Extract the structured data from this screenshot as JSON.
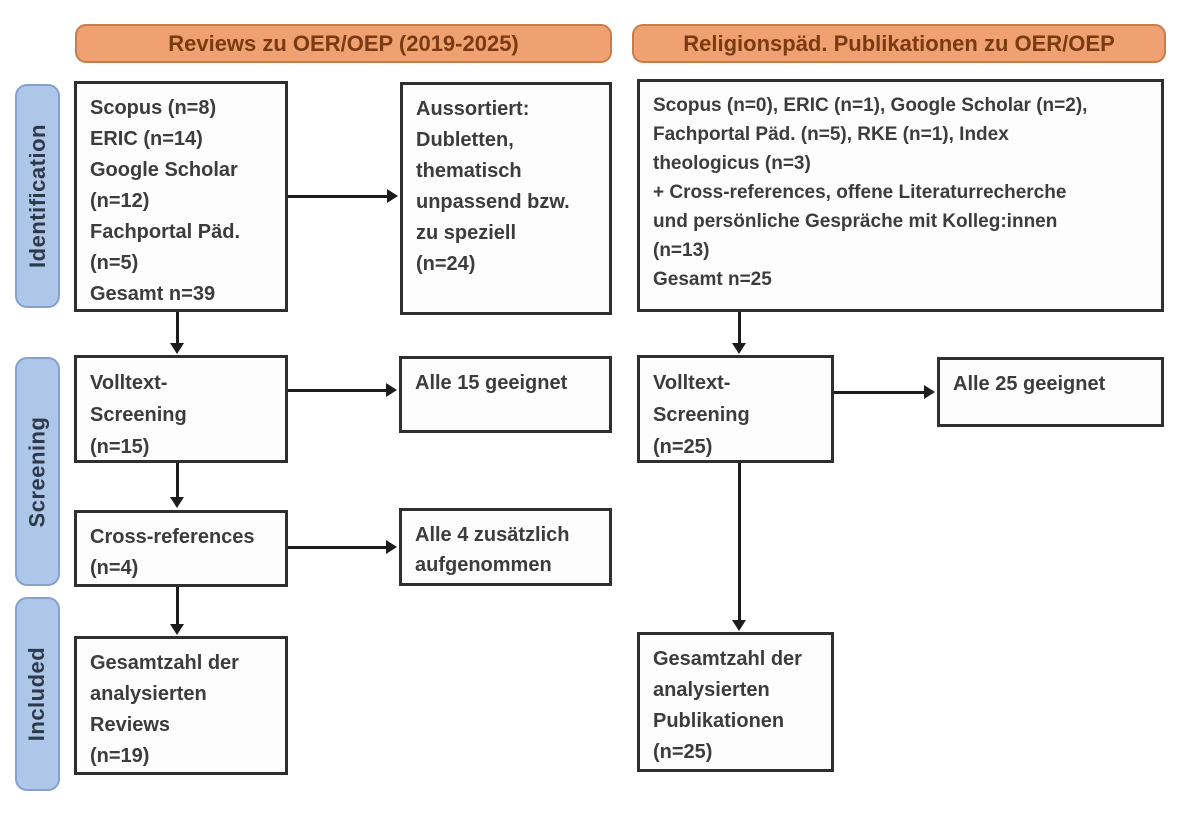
{
  "colors": {
    "header_fill": "#efa171",
    "header_border": "#c97c4c",
    "header_text": "#7a3a12",
    "stage_fill": "#aec6e7",
    "stage_border": "#84a2cd",
    "stage_text": "#2d3a4a",
    "box_border": "#2f2f2f",
    "box_text": "#3c3c3c",
    "arrow": "#1c1c1c"
  },
  "headers": {
    "left": "Reviews zu OER/OEP (2019-2025)",
    "right": "Religionspäd. Publikationen zu OER/OEP"
  },
  "stages": {
    "identification": "Identification",
    "screening": "Screening",
    "included": "Included"
  },
  "left_column": {
    "sources": [
      "Scopus (n=8)",
      "ERIC (n=14)",
      "Google Scholar",
      "(n=12)",
      "Fachportal Päd.",
      "(n=5)",
      "Gesamt n=39"
    ],
    "excluded": [
      "Aussortiert:",
      "Dubletten,",
      "thematisch",
      "unpassend bzw.",
      "zu speziell",
      "(n=24)"
    ],
    "fulltext_screening": [
      "Volltext-",
      "Screening",
      "(n=15)"
    ],
    "all_suitable": "Alle 15 geeignet",
    "cross_references": [
      "Cross-references",
      "(n=4)"
    ],
    "all_added": [
      "Alle 4 zusätzlich",
      "aufgenommen"
    ],
    "total": [
      "Gesamtzahl der",
      "analysierten",
      "Reviews",
      "(n=19)"
    ]
  },
  "right_column": {
    "sources": [
      "Scopus (n=0), ERIC (n=1), Google Scholar (n=2),",
      "Fachportal Päd. (n=5), RKE (n=1), Index",
      "theologicus (n=3)",
      "+ Cross-references, offene Literaturrecherche",
      "und persönliche Gespräche mit Kolleg:innen",
      "(n=13)",
      "Gesamt n=25"
    ],
    "fulltext_screening": [
      "Volltext-",
      "Screening",
      "(n=25)"
    ],
    "all_suitable": "Alle 25 geeignet",
    "total": [
      "Gesamtzahl der",
      "analysierten",
      "Publikationen",
      "(n=25)"
    ]
  }
}
